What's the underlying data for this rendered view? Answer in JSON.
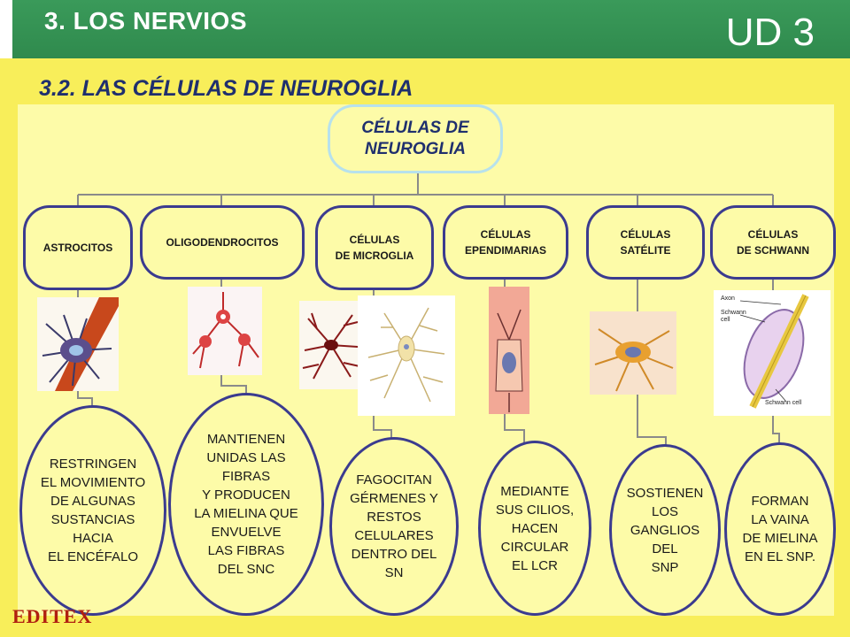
{
  "header": {
    "title": "3. LOS NERVIOS",
    "unit": "UD 3"
  },
  "subtitle": "3.2. LAS CÉLULAS DE NEUROGLIA",
  "root": {
    "label": "CÉLULAS DE\nNEUROGLIA"
  },
  "categories": [
    {
      "label": "ASTROCITOS",
      "description": "RESTRINGEN\nEL MOVIMIENTO\nDE ALGUNAS\nSUSTANCIAS\nHACIA\nEL ENCÉFALO"
    },
    {
      "label": "OLIGODENDROCITOS",
      "description": "MANTIENEN\nUNIDAS LAS\nFIBRAS\nY PRODUCEN\nLA MIELINA QUE\nENVUELVE\nLAS FIBRAS\nDEL SNC"
    },
    {
      "label": "CÉLULAS\nDE MICROGLIA",
      "description": "FAGOCITAN\nGÉRMENES Y\nRESTOS\nCELULARES\nDENTRO DEL\nSN"
    },
    {
      "label": "CÉLULAS\nEPENDIMARIAS",
      "description": "MEDIANTE\nSUS CILIOS,\nHACEN\nCIRCULAR\nEL LCR"
    },
    {
      "label": "CÉLULAS\nSATÉLITE",
      "description": "SOSTIENEN\nLOS\nGANGLIOS\nDEL\nSNP"
    },
    {
      "label": "CÉLULAS\nDE SCHWANN",
      "description": "FORMAN\nLA VAINA\nDE MIELINA\nEN EL SNP."
    }
  ],
  "schwann_labels": {
    "axon": "Axon",
    "schwann_cell": "Schwann\ncell",
    "schwann_cell_bottom": "Schwann cell"
  },
  "logo": "EDITEX",
  "colors": {
    "header_green": "#2f8a4d",
    "background_yellow": "#f8ee5a",
    "panel_yellow": "#fdfba8",
    "border_blue": "#3b3b8f",
    "title_blue": "#1f2f6e"
  }
}
